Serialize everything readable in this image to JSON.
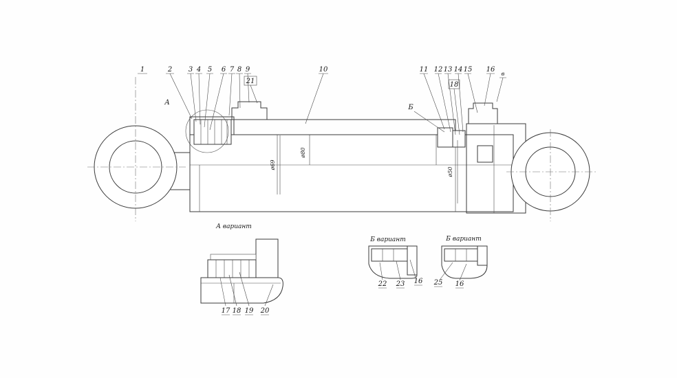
{
  "callouts": {
    "c1": "1",
    "c2": "2",
    "c3": "3",
    "c4": "4",
    "c5": "5",
    "c6": "6",
    "c7": "7",
    "c8": "8",
    "c9": "9",
    "c10": "10",
    "c11": "11",
    "c12": "12",
    "c13": "13",
    "c14": "14",
    "c15": "15",
    "c16": "16",
    "c17": "17",
    "c18": "18",
    "c19": "19",
    "c20": "20",
    "c21_boxed": "21",
    "c18_boxed": "18",
    "c22": "22",
    "c23": "23",
    "c25": "25",
    "c16_b1": "16",
    "c16_b2": "16",
    "cv": "в"
  },
  "markers": {
    "detail_a": "А",
    "detail_b": "Б"
  },
  "titles": {
    "variant_a": "А вариант",
    "variant_b1": "Б вариант",
    "variant_b2": "Б вариант"
  },
  "dimensions": {
    "dia69": "ø69",
    "dia80": "ø80",
    "dia50": "ø50"
  }
}
